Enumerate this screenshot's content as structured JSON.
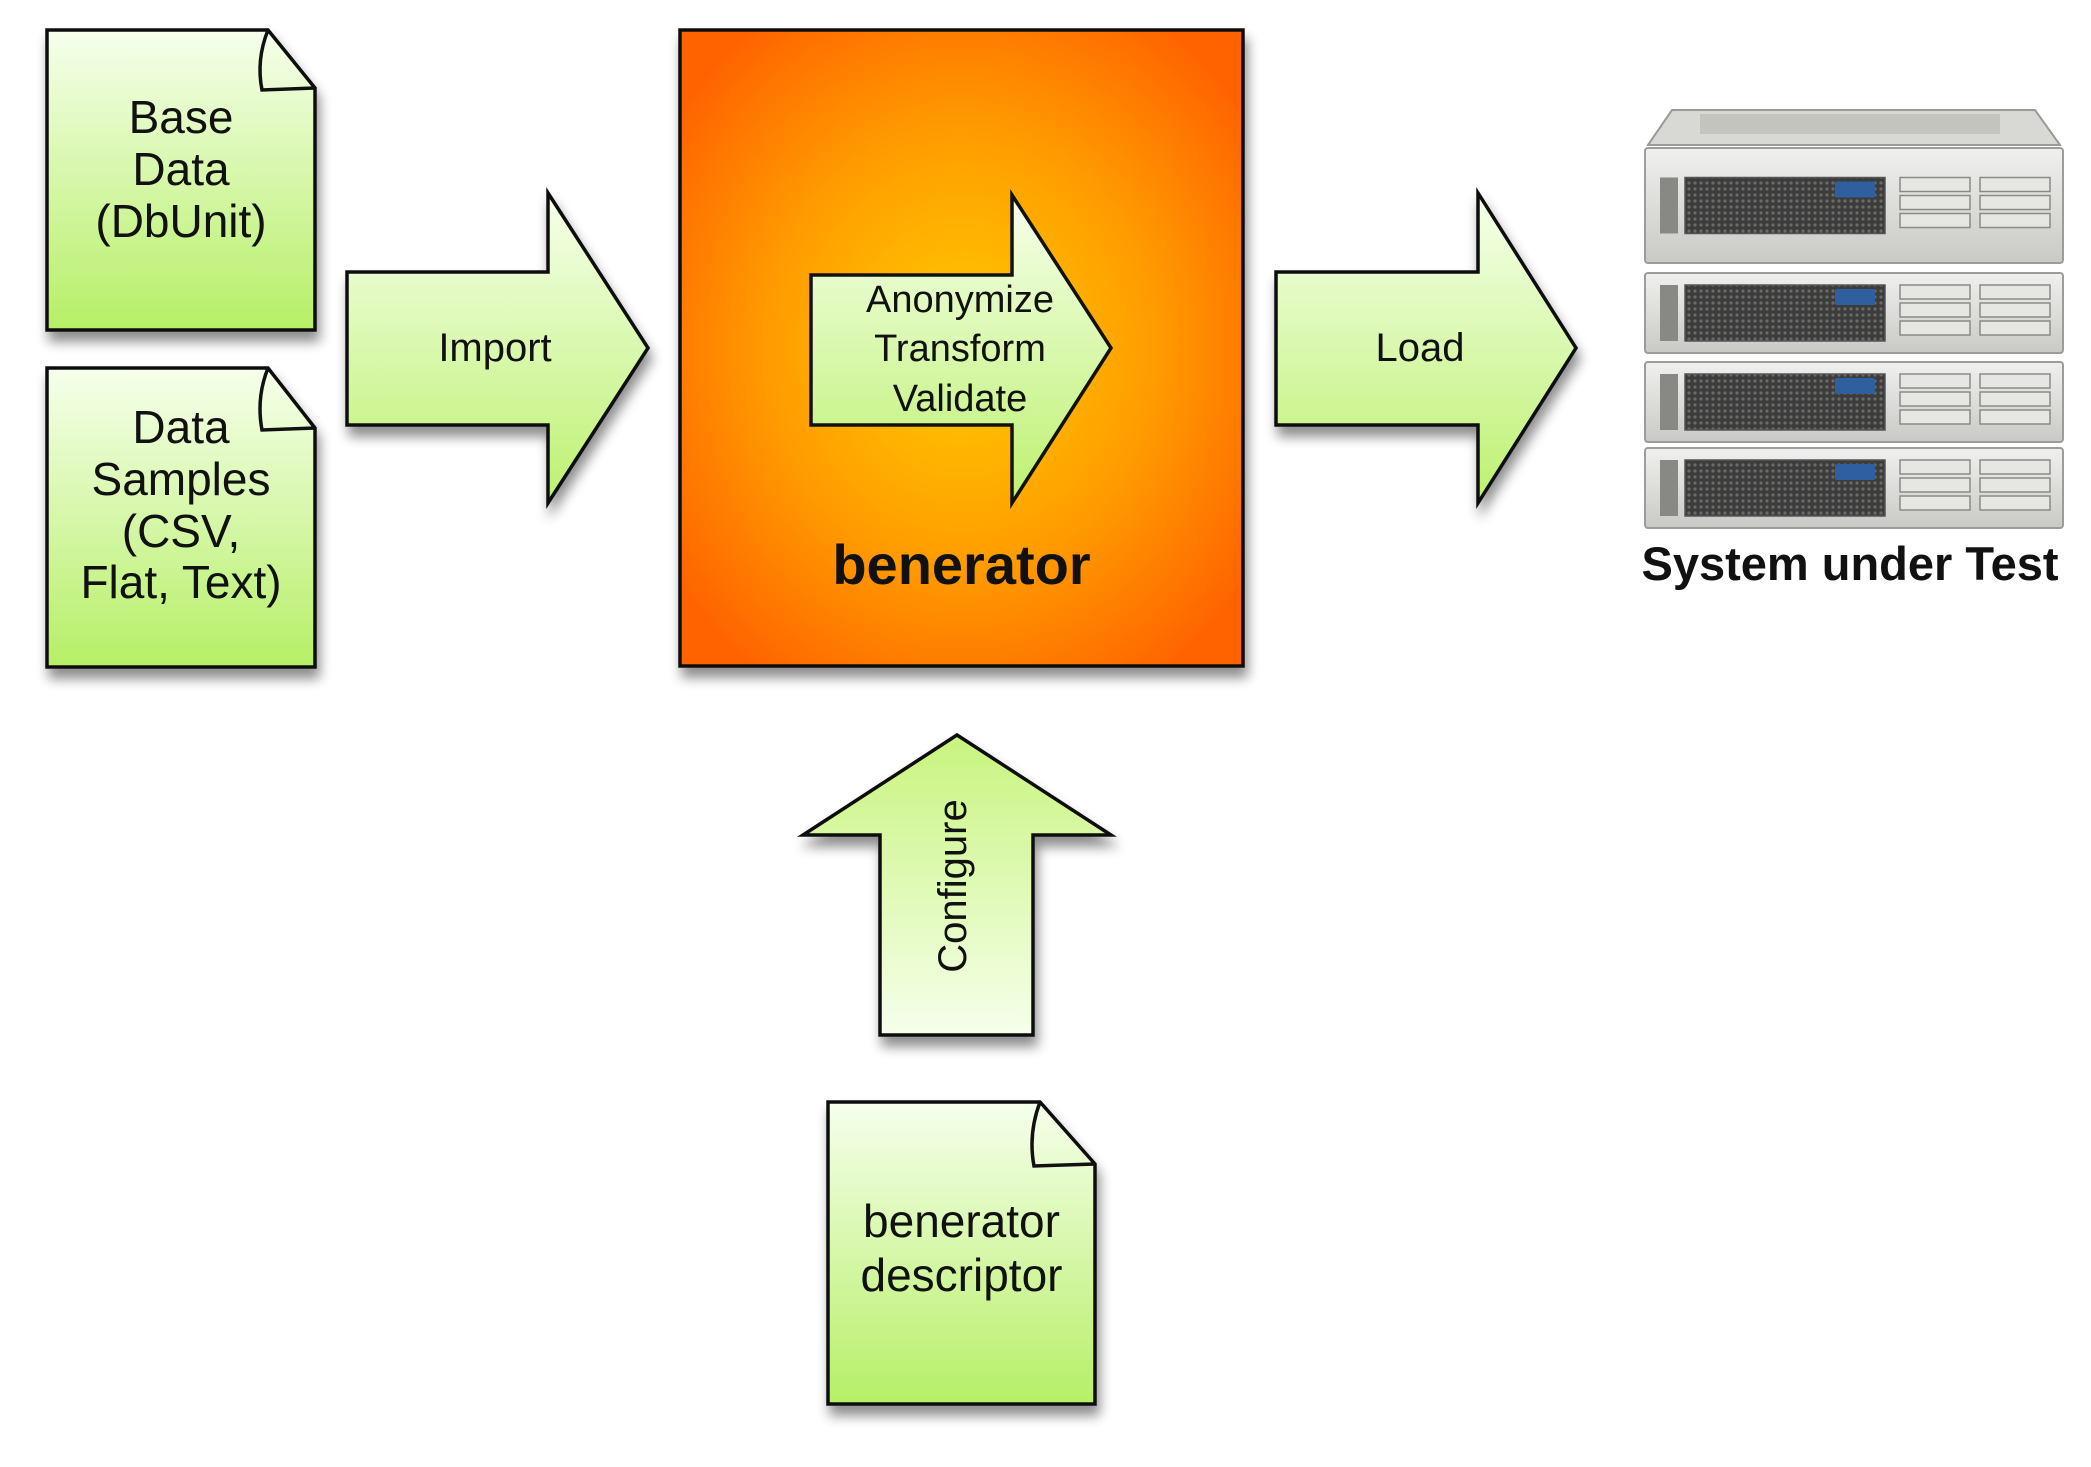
{
  "documents": {
    "base_data": [
      "Base",
      "Data",
      "(DbUnit)"
    ],
    "data_samples": [
      "Data",
      "Samples",
      "(CSV,",
      "Flat, Text)"
    ],
    "descriptor": [
      "benerator",
      "descriptor"
    ]
  },
  "arrows": {
    "import": "Import",
    "load": "Load",
    "configure": "Configure",
    "inner": [
      "Anonymize",
      "Transform",
      "Validate"
    ]
  },
  "engine": {
    "label": "benerator"
  },
  "target": {
    "label": "System under Test",
    "icon": "server-rack-icon"
  },
  "colors": {
    "doc_fill_top": "#f4ffe6",
    "doc_fill_bottom": "#b8f06a",
    "engine_center": "#ffd000",
    "engine_edge": "#ff6a00",
    "outline": "#111111"
  }
}
